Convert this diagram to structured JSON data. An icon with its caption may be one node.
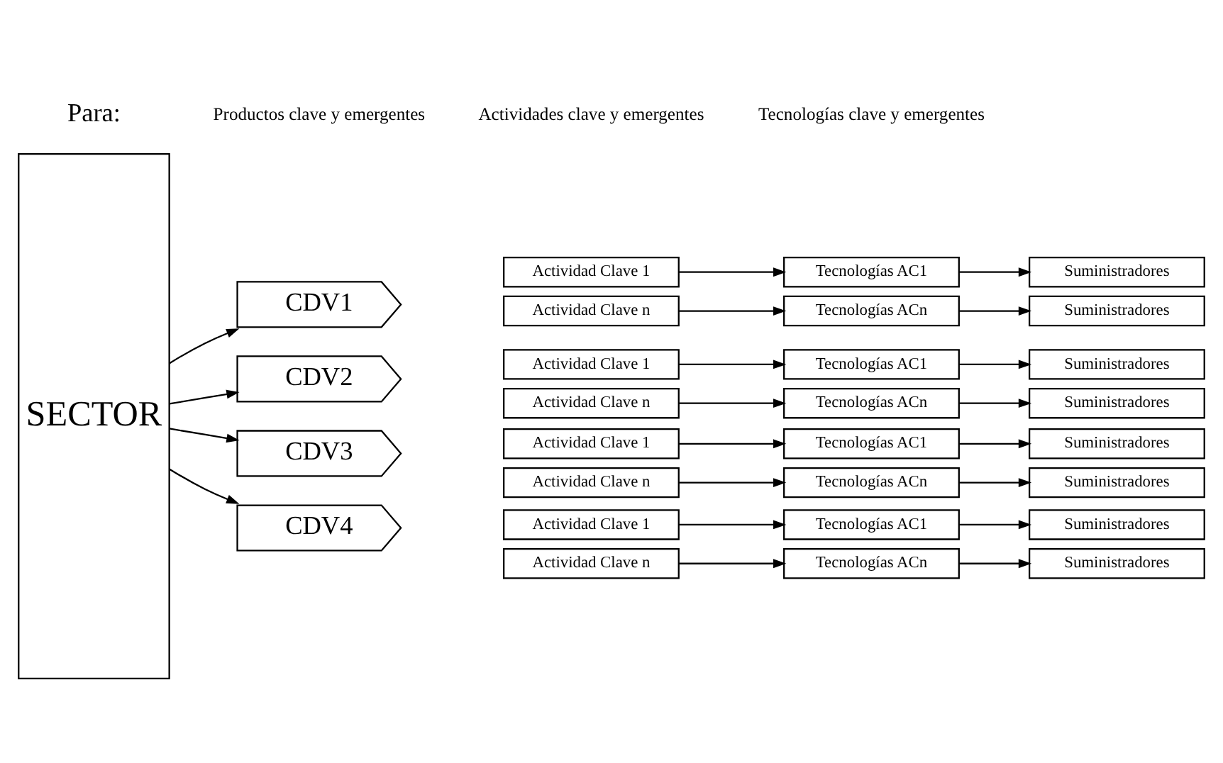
{
  "diagram": {
    "nodes": [
      {
        "text": [
          "SECTOR"
        ]
      },
      {
        "text": [
          "CDV1"
        ]
      },
      {
        "text": [
          "Actividad Clave 1"
        ]
      },
      {
        "text": [
          "Tecnologías AC1"
        ]
      },
      {
        "text": [
          "Suministradores"
        ]
      },
      {
        "text": [
          "Actividad Clave n"
        ]
      },
      {
        "text": [
          "Tecnologías ACn"
        ]
      },
      {
        "text": [
          "Suministradores"
        ]
      },
      {
        "text": [
          "CDV2"
        ]
      },
      {
        "text": [
          "Actividad Clave 1"
        ]
      },
      {
        "text": [
          "Tecnologías AC1"
        ]
      },
      {
        "text": [
          "Suministradores"
        ]
      },
      {
        "text": [
          "Actividad Clave n"
        ]
      },
      {
        "text": [
          "Tecnologías ACn"
        ]
      },
      {
        "text": [
          "Suministradores"
        ]
      },
      {
        "text": [
          "CDV3"
        ]
      },
      {
        "text": [
          "Actividad Clave 1"
        ]
      },
      {
        "text": [
          "Tecnologías AC1"
        ]
      },
      {
        "text": [
          "Suministradores"
        ]
      },
      {
        "text": [
          "Actividad Clave n"
        ]
      },
      {
        "text": [
          "Tecnologías ACn"
        ]
      },
      {
        "text": [
          "Suministradores"
        ]
      },
      {
        "text": [
          "CDV4"
        ]
      },
      {
        "text": [
          "Actividad Clave 1"
        ]
      },
      {
        "text": [
          "Tecnologías AC1"
        ]
      },
      {
        "text": [
          "Suministradores"
        ]
      },
      {
        "text": [
          "Actividad Clave n"
        ]
      },
      {
        "text": [
          "Tecnologías ACn"
        ]
      },
      {
        "text": [
          "Suministradores"
        ]
      }
    ],
    "edges": [
      {
        "from": 0,
        "to": 1,
        "arrow": "to"
      },
      {
        "from": 2,
        "to": 3,
        "arrow": "to"
      },
      {
        "from": 3,
        "to": 4,
        "arrow": "to"
      },
      {
        "from": 5,
        "to": 6,
        "arrow": "to"
      },
      {
        "from": 6,
        "to": 7,
        "arrow": "to"
      },
      {
        "from": 0,
        "to": 8,
        "arrow": "to"
      },
      {
        "from": 9,
        "to": 10,
        "arrow": "to"
      },
      {
        "from": 10,
        "to": 11,
        "arrow": "to"
      },
      {
        "from": 12,
        "to": 13,
        "arrow": "to"
      },
      {
        "from": 13,
        "to": 14,
        "arrow": "to"
      },
      {
        "from": 0,
        "to": 15,
        "arrow": "to"
      },
      {
        "from": 16,
        "to": 17,
        "arrow": "to"
      },
      {
        "from": 17,
        "to": 18,
        "arrow": "to"
      },
      {
        "from": 19,
        "to": 20,
        "arrow": "to"
      },
      {
        "from": 20,
        "to": 21,
        "arrow": "to"
      },
      {
        "from": 0,
        "to": 22,
        "arrow": "to"
      },
      {
        "from": 23,
        "to": 24,
        "arrow": "to"
      },
      {
        "from": 24,
        "to": 25,
        "arrow": "to"
      },
      {
        "from": 26,
        "to": 27,
        "arrow": "to"
      },
      {
        "from": 27,
        "to": 28,
        "arrow": "to"
      }
    ],
    "labels": [
      "Para:",
      "Productos clave y emergentes",
      "Actividades clave y emergentes",
      "Tecnologías clave y emergentes"
    ]
  }
}
